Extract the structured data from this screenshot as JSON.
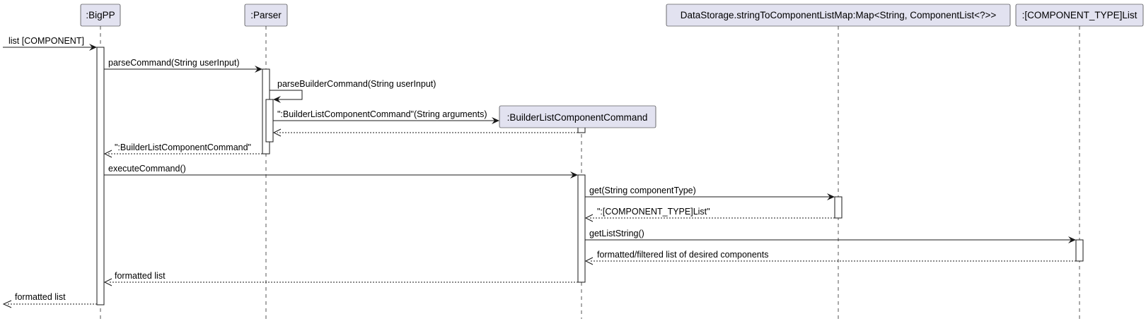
{
  "participants": [
    {
      "id": "bigpp",
      "label": ":BigPP"
    },
    {
      "id": "parser",
      "label": ":Parser"
    },
    {
      "id": "command",
      "label": ":BuilderListComponentCommand"
    },
    {
      "id": "storage",
      "label": "DataStorage.stringToComponentListMap:Map<String, ComponentList<?>>"
    },
    {
      "id": "list",
      "label": ":[COMPONENT_TYPE]List"
    }
  ],
  "messages": [
    {
      "id": "m1",
      "label": "list [COMPONENT]",
      "from": "entry",
      "to": "bigpp",
      "kind": "call"
    },
    {
      "id": "m2",
      "label": "parseCommand(String userInput)",
      "from": "bigpp",
      "to": "parser",
      "kind": "call"
    },
    {
      "id": "m3",
      "label": "parseBuilderCommand(String userInput)",
      "from": "parser",
      "to": "parser",
      "kind": "self"
    },
    {
      "id": "m4",
      "label": "\":BuilderListComponentCommand\"(String arguments)",
      "from": "parser",
      "to": "command",
      "kind": "create"
    },
    {
      "id": "m5",
      "label": "",
      "from": "command",
      "to": "parser",
      "kind": "return"
    },
    {
      "id": "m6",
      "label": "\":BuilderListComponentCommand\"",
      "from": "parser",
      "to": "bigpp",
      "kind": "return"
    },
    {
      "id": "m7",
      "label": "executeCommand()",
      "from": "bigpp",
      "to": "command",
      "kind": "call"
    },
    {
      "id": "m8",
      "label": "get(String componentType)",
      "from": "command",
      "to": "storage",
      "kind": "call"
    },
    {
      "id": "m9",
      "label": "\":[COMPONENT_TYPE]List\"",
      "from": "storage",
      "to": "command",
      "kind": "return"
    },
    {
      "id": "m10",
      "label": "getListString()",
      "from": "command",
      "to": "list",
      "kind": "call"
    },
    {
      "id": "m11",
      "label": "formatted/filtered list of desired components",
      "from": "list",
      "to": "command",
      "kind": "return"
    },
    {
      "id": "m12",
      "label": "formatted list",
      "from": "command",
      "to": "bigpp",
      "kind": "return"
    },
    {
      "id": "m13",
      "label": "formatted list",
      "from": "bigpp",
      "to": "exit",
      "kind": "return"
    }
  ],
  "colors": {
    "participant_fill": "#E2E2F0",
    "line": "#181818",
    "lifeline": "#555555"
  }
}
